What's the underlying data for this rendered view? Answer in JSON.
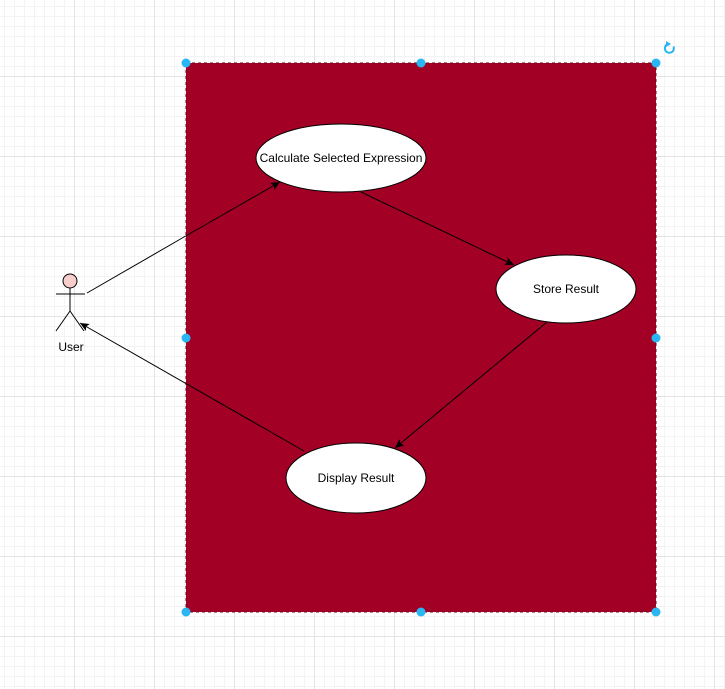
{
  "diagram": {
    "system_boundary": {
      "fill": "#a20025",
      "stroke": "#6f0018"
    },
    "actor": {
      "label": "User",
      "head_fill": "#f8cecc"
    },
    "use_cases": [
      {
        "id": "calculate",
        "label": "Calculate Selected Expression"
      },
      {
        "id": "store",
        "label": "Store Result"
      },
      {
        "id": "display",
        "label": "Display Result"
      }
    ],
    "connections": [
      {
        "from": "User",
        "to": "Calculate Selected Expression"
      },
      {
        "from": "Calculate Selected Expression",
        "to": "Store Result"
      },
      {
        "from": "Store Result",
        "to": "Display Result"
      },
      {
        "from": "Display Result",
        "to": "User"
      }
    ],
    "selection": {
      "handle_color": "#29b6f2",
      "rotate_icon": "rotate-icon"
    }
  }
}
